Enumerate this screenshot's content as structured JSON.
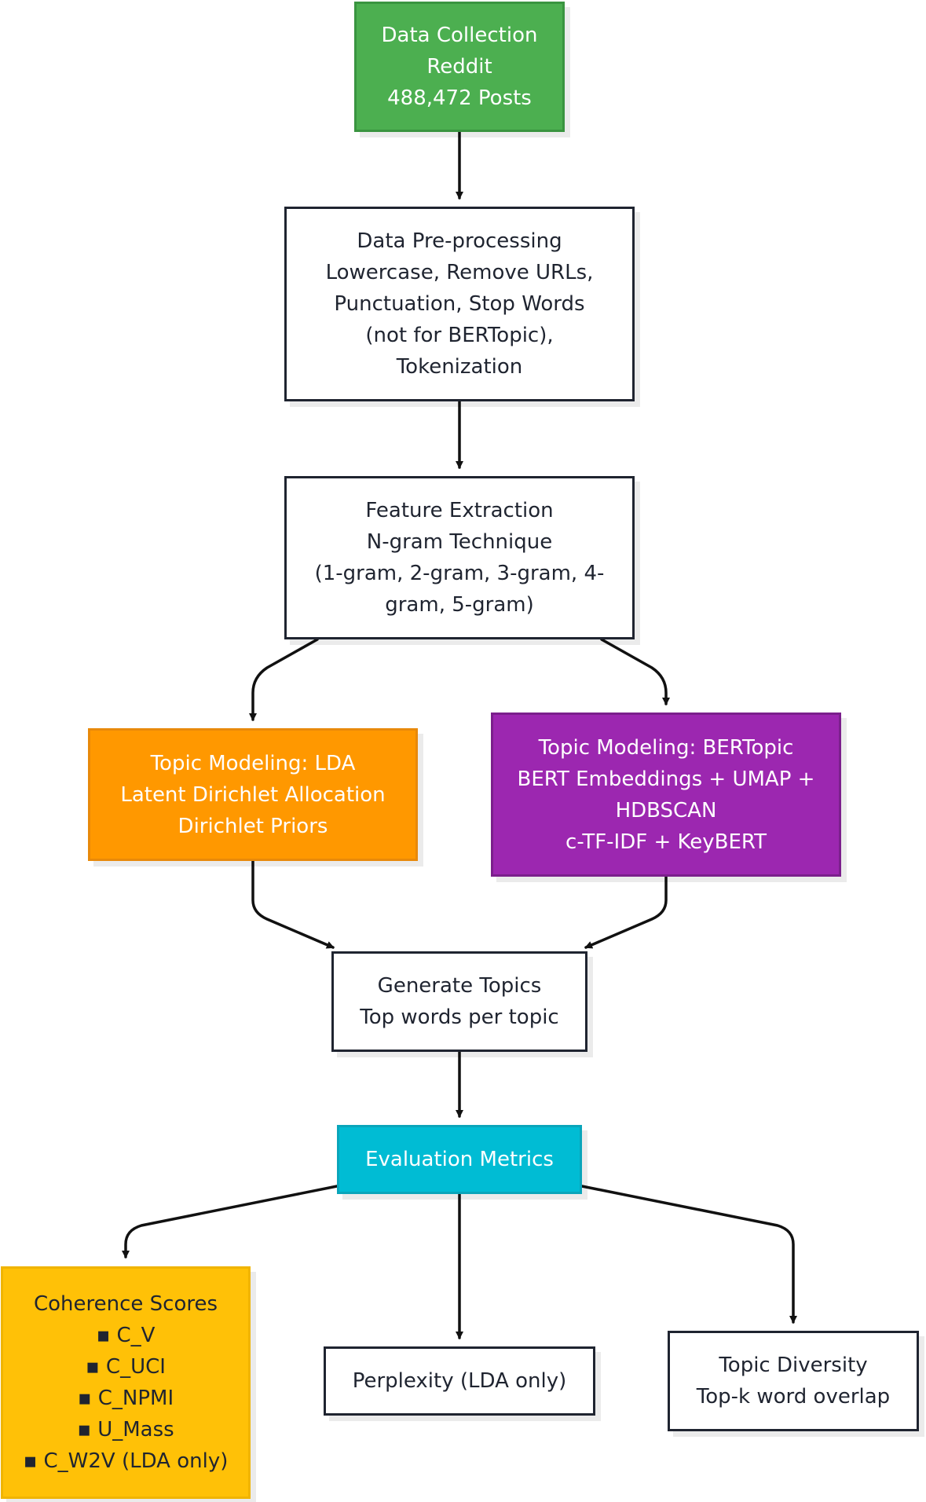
{
  "nodes": {
    "data_collection": [
      "Data Collection",
      "Reddit",
      "488,472 Posts"
    ],
    "preprocessing": [
      "Data Pre-processing",
      "Lowercase, Remove URLs,",
      "Punctuation, Stop Words",
      "(not for BERTopic),",
      "Tokenization"
    ],
    "feature_extraction": [
      "Feature Extraction",
      "N-gram Technique",
      "(1-gram, 2-gram, 3-gram, 4-",
      "gram, 5-gram)"
    ],
    "lda": [
      "Topic Modeling: LDA",
      "Latent Dirichlet Allocation",
      "Dirichlet Priors"
    ],
    "bertopic": [
      "Topic Modeling: BERTopic",
      "BERT Embeddings + UMAP +",
      "HDBSCAN",
      "c-TF-IDF + KeyBERT"
    ],
    "generate_topics": [
      "Generate Topics",
      "Top words per topic"
    ],
    "evaluation": [
      "Evaluation Metrics"
    ],
    "coherence": [
      "Coherence Scores",
      "▪ C_V",
      "▪ C_UCI",
      "▪ C_NPMI",
      "▪ U_Mass",
      "▪ C_W2V (LDA only)"
    ],
    "perplexity": [
      "Perplexity (LDA only)"
    ],
    "diversity": [
      "Topic Diversity",
      "Top-k word overlap"
    ]
  },
  "colors": {
    "data_collection": "#4caf50",
    "lda": "#ff9800",
    "bertopic": "#9c27b0",
    "evaluation": "#00bcd4",
    "coherence": "#ffc107",
    "default": "#ffffff",
    "edge": "#111111"
  }
}
